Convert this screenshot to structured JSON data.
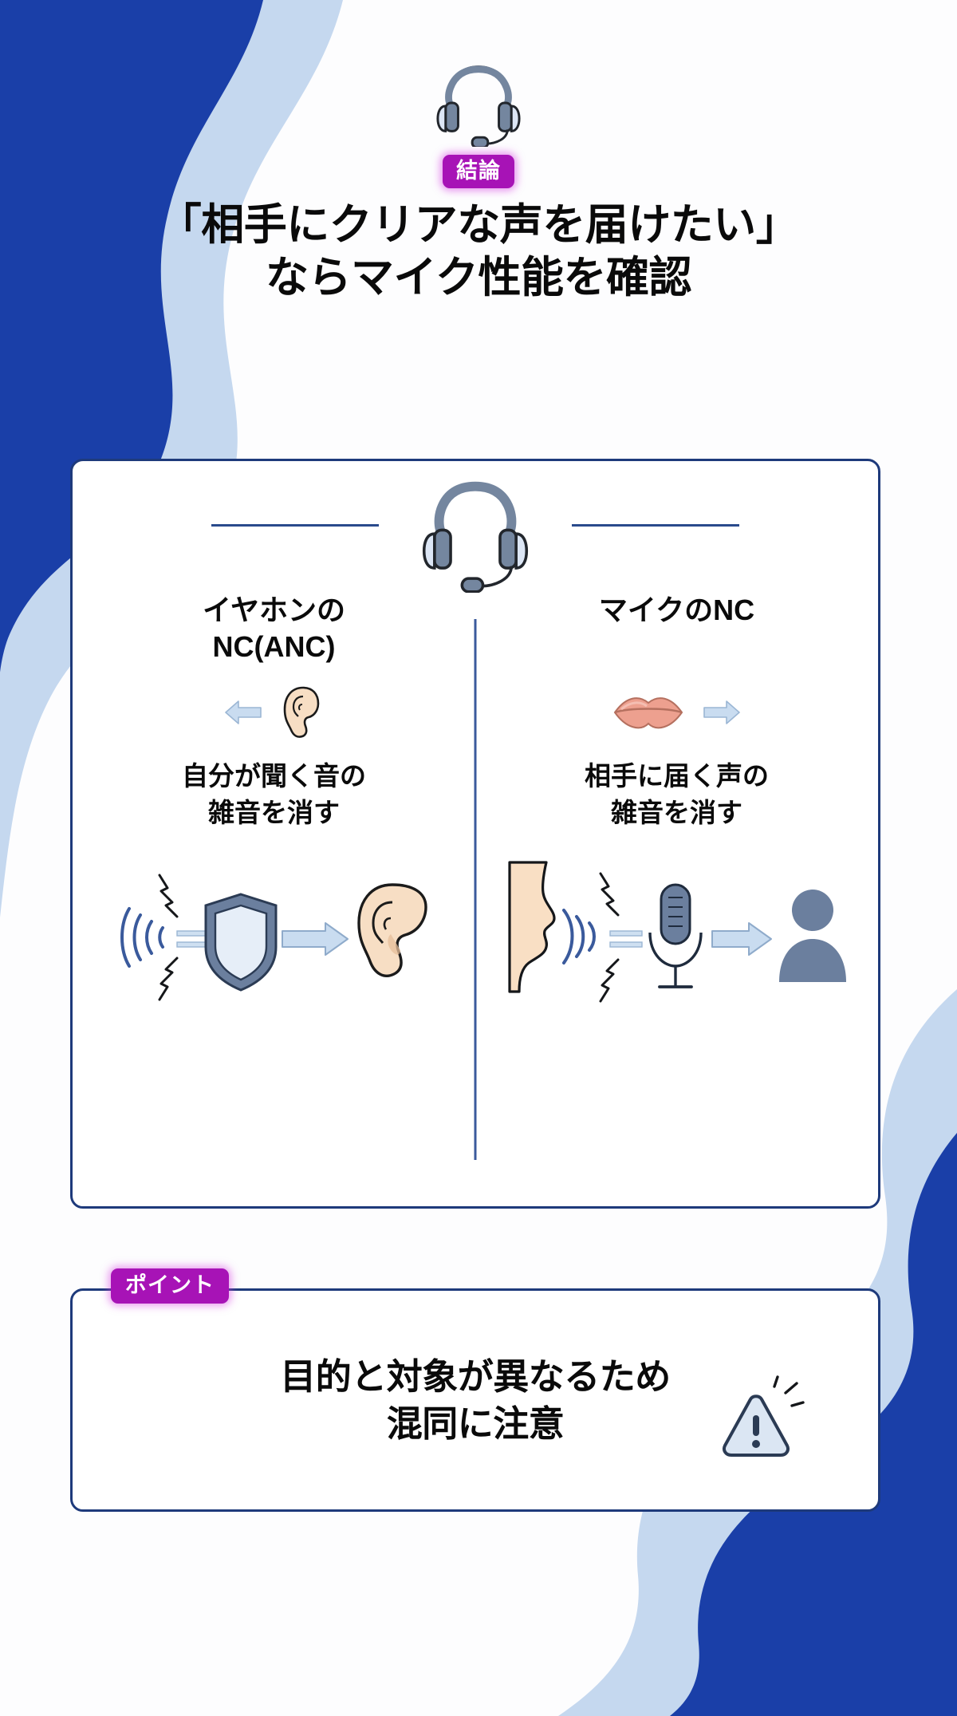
{
  "page": {
    "language": "ja",
    "theme_colors": {
      "deep_blue": "#1a3fa8",
      "light_blue": "#c5d8ef",
      "navy_border": "#1e3a7b",
      "purple_badge": "#a713b6",
      "text_black": "#0a0a0a",
      "slate_icon": "#6b7f9e",
      "ear_cup": "#dce6f5",
      "skin": "#f6d8bd",
      "lips": "#e8a08f"
    }
  },
  "header": {
    "headset_icon": "headset-with-mic-icon",
    "badge": "結論",
    "title_line1": "「相手にクリアな声を届けたい」",
    "title_line2": "ならマイク性能を確認"
  },
  "main_card": {
    "top_icon": "headset-with-mic-icon",
    "columns": [
      {
        "heading_line1": "イヤホンの",
        "heading_line2": "NC(ANC)",
        "emoji_icon": "ear-icon",
        "arrow_icon": "arrow-left-icon",
        "arrow_direction": "left",
        "desc_line1": "自分が聞く音の",
        "desc_line2": "雑音を消す",
        "diagram": {
          "source_icon": "sound-waves-icon",
          "noise_icon": "noise-squiggle-icon",
          "filter_icon": "shield-icon",
          "flow_icon": "arrow-right-icon",
          "target_icon": "ear-icon"
        }
      },
      {
        "heading_line1": "マイクのNC",
        "heading_line2": "",
        "emoji_icon": "lips-icon",
        "arrow_icon": "arrow-right-icon",
        "arrow_direction": "right",
        "desc_line1": "相手に届く声の",
        "desc_line2": "雑音を消す",
        "diagram": {
          "source_icon": "speaking-face-profile-icon",
          "noise_icon": "noise-squiggle-icon",
          "waves_icon": "sound-waves-icon",
          "filter_icon": "microphone-icon",
          "flow_icon": "arrow-right-icon",
          "target_icon": "person-icon"
        }
      }
    ]
  },
  "point_card": {
    "badge": "ポイント",
    "text_line1": "目的と対象が異なるため",
    "text_line2": "混同に注意",
    "warning_icon": "warning-triangle-icon"
  }
}
